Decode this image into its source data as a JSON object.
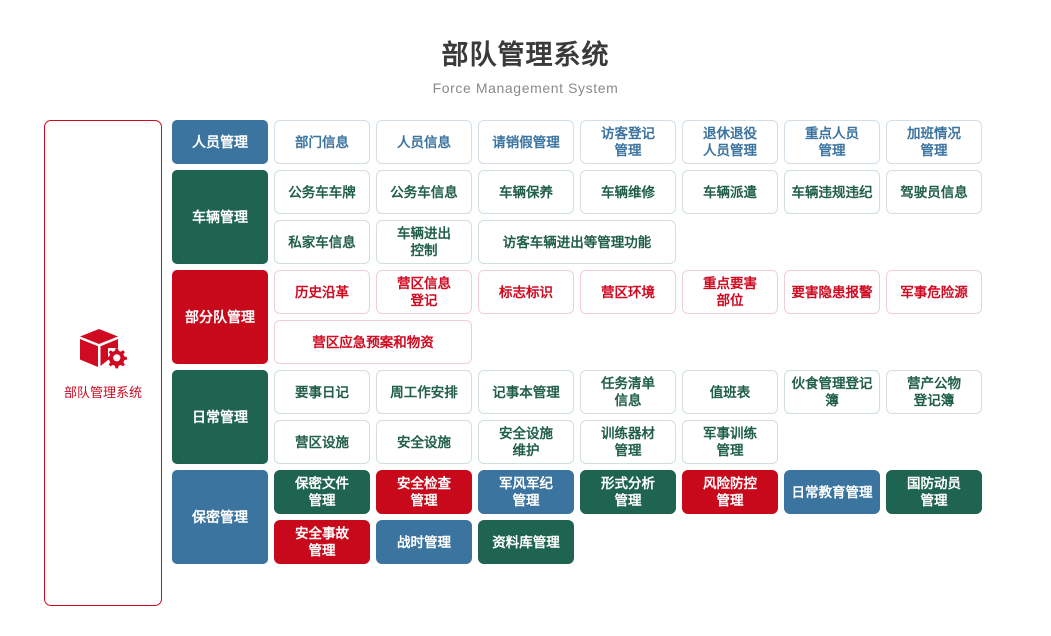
{
  "header": {
    "title": "部队管理系统",
    "subtitle": "Force Management System"
  },
  "sidebar": {
    "label": "部队管理系统",
    "icon": "cube-gear-icon",
    "accent": "#cf0a21"
  },
  "colors": {
    "blue": "#3c74a0",
    "green": "#1f6450",
    "red": "#c8091b",
    "sidebar_red": "#cf0a21",
    "title_gray": "#3a3a3a",
    "subtitle_gray": "#8a8a8a",
    "item_border": "#d7dde3"
  },
  "categories": [
    {
      "label": "人员管理",
      "color": "blue",
      "style": "filled",
      "rows": [
        [
          {
            "label": "部门信息",
            "style": "outline",
            "color": "blue",
            "width": 1
          },
          {
            "label": "人员信息",
            "style": "outline",
            "color": "blue",
            "width": 1
          },
          {
            "label": "请销假管理",
            "style": "outline",
            "color": "blue",
            "width": 1
          },
          {
            "label": "访客登记\n管理",
            "style": "outline",
            "color": "blue",
            "width": 1
          },
          {
            "label": "退休退役\n人员管理",
            "style": "outline",
            "color": "blue",
            "width": 1
          },
          {
            "label": "重点人员\n管理",
            "style": "outline",
            "color": "blue",
            "width": 1
          },
          {
            "label": "加班情况\n管理",
            "style": "outline",
            "color": "blue",
            "width": 1
          }
        ]
      ]
    },
    {
      "label": "车辆管理",
      "color": "green",
      "style": "filled",
      "rows": [
        [
          {
            "label": "公务车车牌",
            "style": "outline",
            "color": "green",
            "width": 1
          },
          {
            "label": "公务车信息",
            "style": "outline",
            "color": "green",
            "width": 1
          },
          {
            "label": "车辆保养",
            "style": "outline",
            "color": "green",
            "width": 1
          },
          {
            "label": "车辆维修",
            "style": "outline",
            "color": "green",
            "width": 1
          },
          {
            "label": "车辆派遣",
            "style": "outline",
            "color": "green",
            "width": 1
          },
          {
            "label": "车辆违规违纪",
            "style": "outline",
            "color": "green",
            "width": 1
          },
          {
            "label": "驾驶员信息",
            "style": "outline",
            "color": "green",
            "width": 1
          }
        ],
        [
          {
            "label": "私家车信息",
            "style": "outline",
            "color": "green",
            "width": 1
          },
          {
            "label": "车辆进出\n控制",
            "style": "outline",
            "color": "green",
            "width": 1
          },
          {
            "label": "访客车辆进出等管理功能",
            "style": "outline",
            "color": "green",
            "width": 2
          }
        ]
      ]
    },
    {
      "label": "部分队管理",
      "color": "red",
      "style": "filled",
      "rows": [
        [
          {
            "label": "历史沿革",
            "style": "outline",
            "color": "red",
            "width": 1
          },
          {
            "label": "营区信息\n登记",
            "style": "outline",
            "color": "red",
            "width": 1
          },
          {
            "label": "标志标识",
            "style": "outline",
            "color": "red",
            "width": 1
          },
          {
            "label": "营区环境",
            "style": "outline",
            "color": "red",
            "width": 1
          },
          {
            "label": "重点要害\n部位",
            "style": "outline",
            "color": "red",
            "width": 1
          },
          {
            "label": "要害隐患报警",
            "style": "outline",
            "color": "red",
            "width": 1
          },
          {
            "label": "军事危险源",
            "style": "outline",
            "color": "red",
            "width": 1
          }
        ],
        [
          {
            "label": "营区应急预案和物资",
            "style": "outline",
            "color": "red",
            "width": 2
          }
        ]
      ]
    },
    {
      "label": "日常管理",
      "color": "green",
      "style": "filled",
      "rows": [
        [
          {
            "label": "要事日记",
            "style": "outline",
            "color": "green",
            "width": 1
          },
          {
            "label": "周工作安排",
            "style": "outline",
            "color": "green",
            "width": 1
          },
          {
            "label": "记事本管理",
            "style": "outline",
            "color": "green",
            "width": 1
          },
          {
            "label": "任务清单\n信息",
            "style": "outline",
            "color": "green",
            "width": 1
          },
          {
            "label": "值班表",
            "style": "outline",
            "color": "green",
            "width": 1
          },
          {
            "label": "伙食管理登记簿",
            "style": "outline",
            "color": "green",
            "width": 1
          },
          {
            "label": "营产公物\n登记簿",
            "style": "outline",
            "color": "green",
            "width": 1
          }
        ],
        [
          {
            "label": "营区设施",
            "style": "outline",
            "color": "green",
            "width": 1
          },
          {
            "label": "安全设施",
            "style": "outline",
            "color": "green",
            "width": 1
          },
          {
            "label": "安全设施\n维护",
            "style": "outline",
            "color": "green",
            "width": 1
          },
          {
            "label": "训练器材\n管理",
            "style": "outline",
            "color": "green",
            "width": 1
          },
          {
            "label": "军事训练\n管理",
            "style": "outline",
            "color": "green",
            "width": 1
          }
        ]
      ]
    },
    {
      "label": "保密管理",
      "color": "blue",
      "style": "filled",
      "rows": [
        [
          {
            "label": "保密文件\n管理",
            "style": "filled",
            "color": "green",
            "width": 1
          },
          {
            "label": "安全检查\n管理",
            "style": "filled",
            "color": "red",
            "width": 1
          },
          {
            "label": "军风军纪\n管理",
            "style": "filled",
            "color": "blue",
            "width": 1
          },
          {
            "label": "形式分析\n管理",
            "style": "filled",
            "color": "green",
            "width": 1
          },
          {
            "label": "风险防控\n管理",
            "style": "filled",
            "color": "red",
            "width": 1
          },
          {
            "label": "日常教育管理",
            "style": "filled",
            "color": "blue",
            "width": 1
          },
          {
            "label": "国防动员\n管理",
            "style": "filled",
            "color": "green",
            "width": 1
          }
        ],
        [
          {
            "label": "安全事故\n管理",
            "style": "filled",
            "color": "red",
            "width": 1,
            "is_category_column": true
          },
          {
            "label": "战时管理",
            "style": "filled",
            "color": "blue",
            "width": 1
          },
          {
            "label": "资料库管理",
            "style": "filled",
            "color": "green",
            "width": 1
          }
        ]
      ]
    }
  ]
}
